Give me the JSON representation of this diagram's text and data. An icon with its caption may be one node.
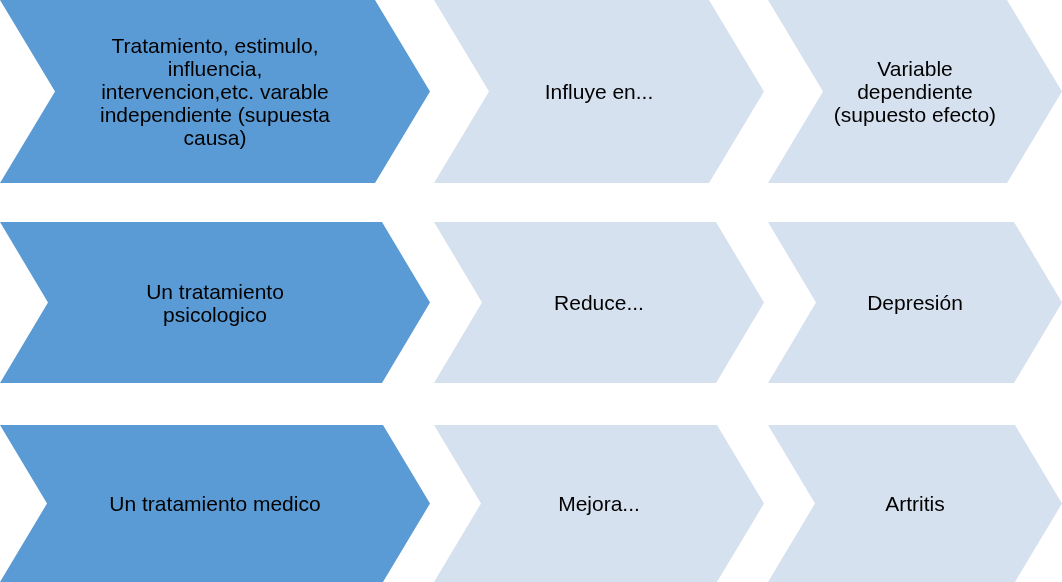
{
  "diagram": {
    "nodes": [
      {
        "text": [
          "Tratamiento, estimulo, influencia, intervencion,etc. varable independiente (supuesta causa)"
        ]
      },
      {
        "text": [
          "Influye en..."
        ]
      },
      {
        "text": [
          "Variable dependiente (supuesto efecto)"
        ]
      },
      {
        "text": [
          "Un tratamiento psicologico"
        ]
      },
      {
        "text": [
          "Reduce..."
        ]
      },
      {
        "text": [
          "Depresión"
        ]
      },
      {
        "text": [
          "Un tratamiento medico"
        ]
      },
      {
        "text": [
          "Mejora..."
        ]
      },
      {
        "text": [
          "Artritis"
        ]
      }
    ]
  }
}
